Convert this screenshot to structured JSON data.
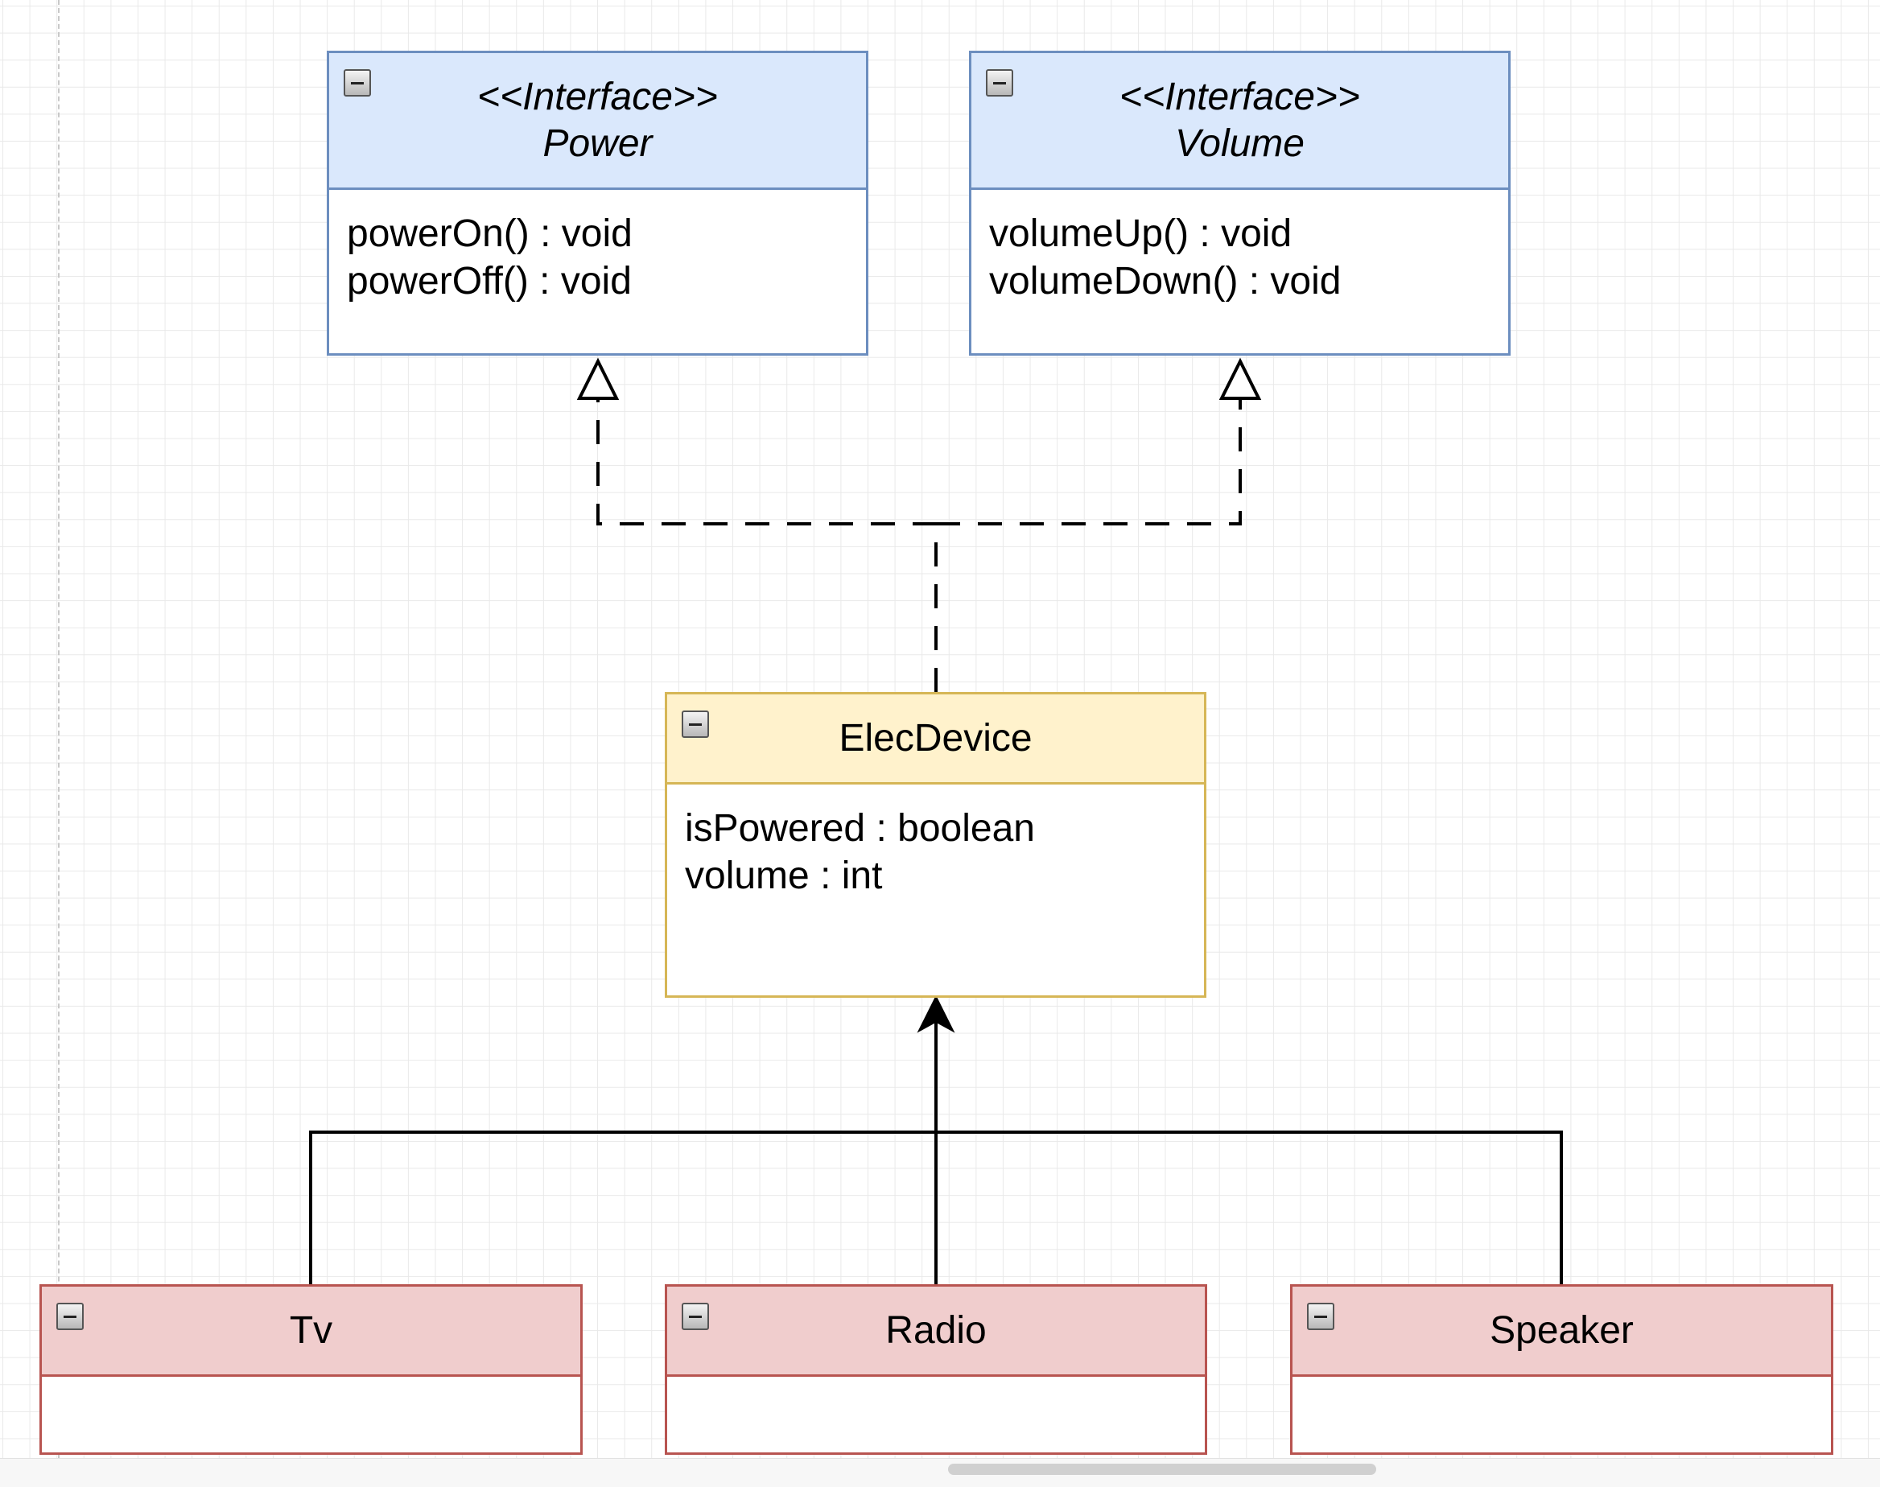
{
  "classes": {
    "power": {
      "stereotype": "<<Interface>>",
      "name": "Power",
      "members": [
        "powerOn() : void",
        "powerOff() : void"
      ]
    },
    "volume": {
      "stereotype": "<<Interface>>",
      "name": "Volume",
      "members": [
        "volumeUp() : void",
        "volumeDown() : void"
      ]
    },
    "elecdevice": {
      "name": "ElecDevice",
      "members": [
        "isPowered : boolean",
        "volume : int"
      ]
    },
    "tv": {
      "name": "Tv"
    },
    "radio": {
      "name": "Radio"
    },
    "speaker": {
      "name": "Speaker"
    }
  },
  "relationships": [
    {
      "type": "realization",
      "from": "ElecDevice",
      "to": "Power"
    },
    {
      "type": "realization",
      "from": "ElecDevice",
      "to": "Volume"
    },
    {
      "type": "generalization",
      "from": "Tv",
      "to": "ElecDevice"
    },
    {
      "type": "generalization",
      "from": "Radio",
      "to": "ElecDevice"
    },
    {
      "type": "generalization",
      "from": "Speaker",
      "to": "ElecDevice"
    }
  ],
  "colors": {
    "interface_fill": "#dae8fc",
    "interface_stroke": "#6c8ebf",
    "abstract_fill": "#fff2cc",
    "abstract_stroke": "#d6b656",
    "subclass_fill": "#f0cdcd",
    "subclass_stroke": "#b85450",
    "grid": "#e9e9e9",
    "connector": "#000000"
  },
  "icons": {
    "collapse": "collapse-minus-icon"
  }
}
